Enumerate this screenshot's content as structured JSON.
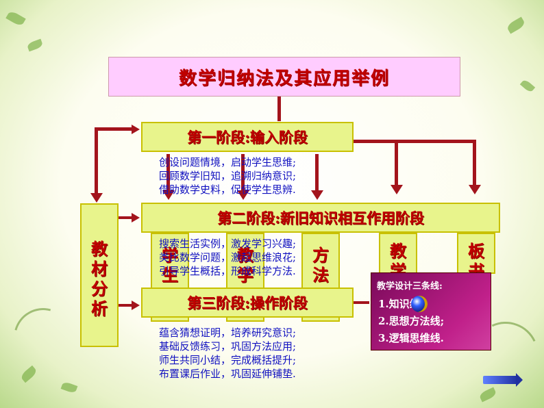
{
  "title": "数学归纳法及其应用举例",
  "stages": {
    "stage1": "第一阶段:输入阶段",
    "stage2": "第二阶段:新旧知识相互作用阶段",
    "stage3": "第三阶段:操作阶段"
  },
  "columns": {
    "materials": "教材分析",
    "students": "学生",
    "teaching": "教学",
    "methods": "方法",
    "teaching2": "教学",
    "board": "板书"
  },
  "stage1_text": [
    "创设问题情境，启动学生思维;",
    "回顾数学旧知，追溯归纳意识;",
    "借助数学史料，促使学生思辨."
  ],
  "stage2_text": [
    "搜索生活实例，激发学习兴趣;",
    "类比数学问题，激起思维浪花;",
    "引导学生概括，形成科学方法."
  ],
  "stage3_text": [
    "蕴含猜想证明，培养研究意识;",
    "基础反馈练习，巩固方法应用;",
    "师生共同小结，完成概括提升;",
    "布置课后作业，巩固延伸铺垫."
  ],
  "design": {
    "title": "教学设计三条线:",
    "line1": "1.知识线;",
    "line2": "2.思想方法线;",
    "line3": "3.逻辑思维线."
  },
  "colors": {
    "title_bg": "#ffccff",
    "box_bg": "#e8f48c",
    "text_red": "#c00000",
    "text_blue": "#1010c0",
    "arrow": "#a3141c",
    "design_bg": "#c0208a"
  },
  "icons": [
    "sphere-icon",
    "next-arrow-icon"
  ]
}
